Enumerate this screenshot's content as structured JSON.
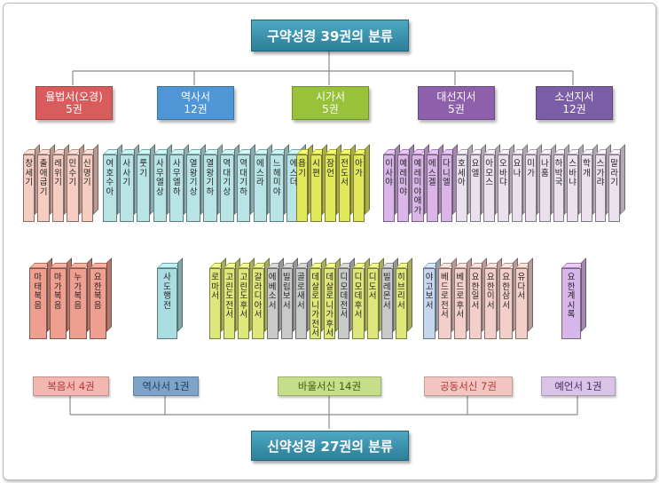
{
  "old_testament": {
    "title": "구약성경 39권의 분류",
    "categories": [
      {
        "name": "율법서(오경)",
        "count": "5권",
        "color": "#d95c5c",
        "book_color": "#f6cdc2",
        "books": [
          "창세기",
          "출애굽기",
          "레위기",
          "민수기",
          "신명기"
        ]
      },
      {
        "name": "역사서",
        "count": "12권",
        "color": "#4f96d6",
        "book_color": "#b9e4e5",
        "books": [
          "여호수아",
          "사사기",
          "룻기",
          "사무엘상",
          "사무엘하",
          "열왕기상",
          "열왕기하",
          "역대기상",
          "역대기하",
          "에스라",
          "느헤미야",
          "에스더"
        ]
      },
      {
        "name": "시가서",
        "count": "5권",
        "color": "#97c23a",
        "book_color": "#e2e85e",
        "books": [
          "욥기",
          "시편",
          "잠언",
          "전도서",
          "아가"
        ]
      },
      {
        "name": "대선지서",
        "count": "5권",
        "color": "#8e5fab",
        "book_color": "#d9b5e8",
        "books": [
          "이사야",
          "예레미야",
          "예레미야애가",
          "에스겔",
          "다니엘"
        ]
      },
      {
        "name": "소선지서",
        "count": "12권",
        "color": "#7c5ea7",
        "book_color": "#eae0ee",
        "books": [
          "호세아",
          "요엘",
          "아모스",
          "오바댜",
          "요나",
          "미가",
          "나훔",
          "하박국",
          "스바냐",
          "학개",
          "스가랴",
          "말라기"
        ]
      }
    ]
  },
  "new_testament": {
    "title": "신약성경 27권의 분류",
    "categories": [
      {
        "name": "복음서 4권",
        "color": "#f3b6b0",
        "text_color": "#b03a3a",
        "book_color": "#ee9f8f",
        "books": [
          "마태복음",
          "마가복음",
          "누가복음",
          "요한복음"
        ]
      },
      {
        "name": "역사서 1권",
        "color": "#7ea3c9",
        "text_color": "#1d3f66",
        "book_color": "#a9dde2",
        "books": [
          "사도행전"
        ]
      },
      {
        "name": "바울서신 14권",
        "color": "#c6dd8a",
        "text_color": "#3f5a10",
        "book_color": "#dfe77a",
        "book_color_alt": "#c9c9c9",
        "books": [
          "로마서",
          "고린도전서",
          "고린도후서",
          "갈라디아서",
          "에베소서",
          "빌립보서",
          "골로새서",
          "데살로니가전서",
          "데살로니가후서",
          "디모데전서",
          "디모데후서",
          "디도서",
          "빌레몬서",
          "히브리서"
        ]
      },
      {
        "name": "공동서신 7권",
        "color": "#f4c5c1",
        "text_color": "#b03a3a",
        "book_color": "#f2cfc8",
        "book_color_first": "#c5d6ef",
        "books": [
          "야고보서",
          "베드로전서",
          "베드로후서",
          "요한일서",
          "요한이서",
          "요한삼서",
          "유다서"
        ]
      },
      {
        "name": "예언서 1권",
        "color": "#d9c3e6",
        "text_color": "#4b2e63",
        "book_color": "#d7b7ea",
        "books": [
          "요한계시록"
        ]
      }
    ]
  },
  "colors": {
    "title_bg": "#3a95b1",
    "line": "#8a8a8a"
  }
}
